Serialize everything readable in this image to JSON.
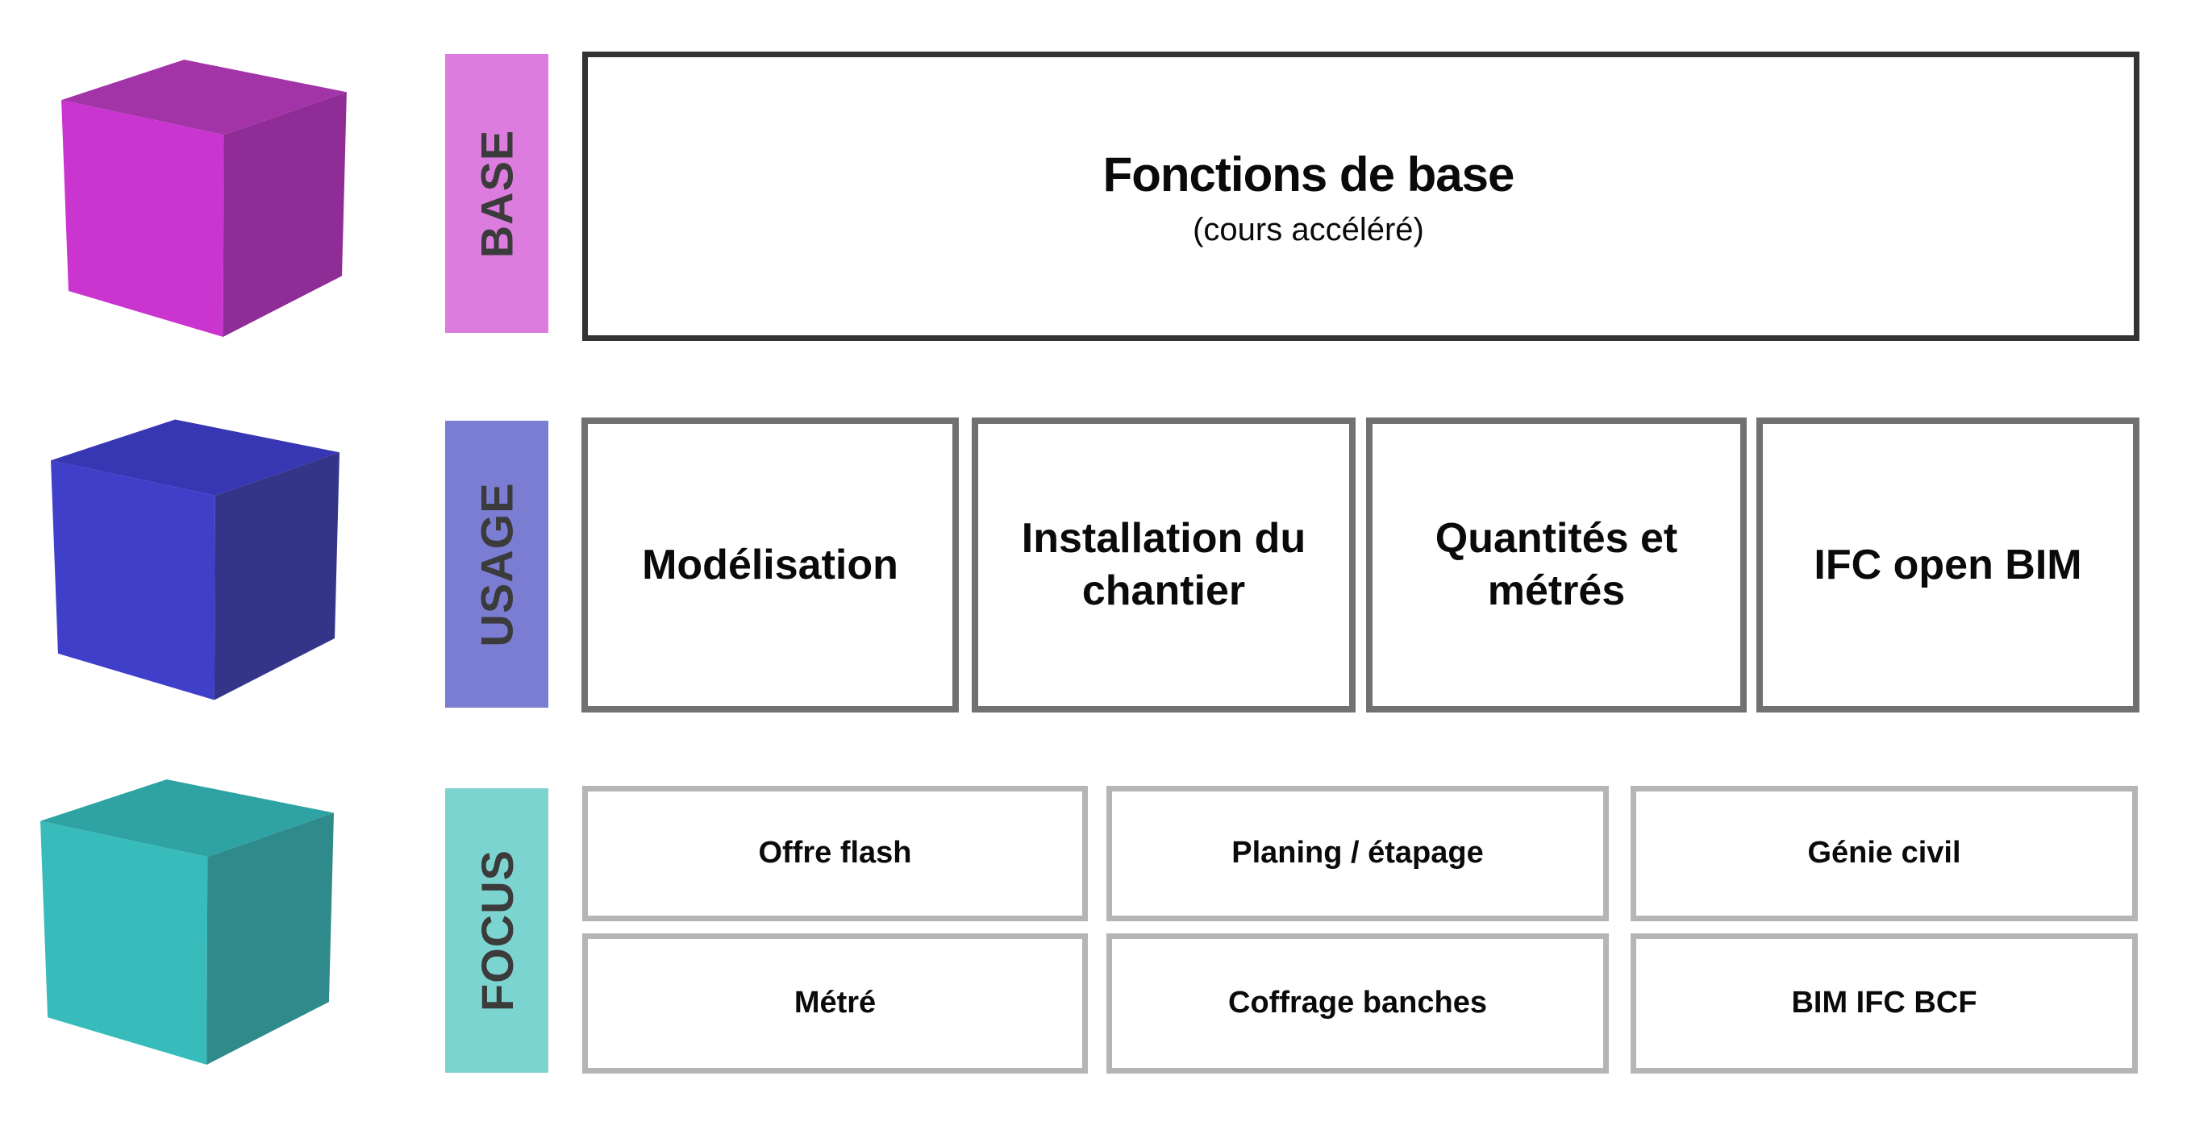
{
  "rows": [
    {
      "id": "base",
      "bar_label": "BASE",
      "bar_color": "#DC7CDE",
      "cube": {
        "left": "#C935CE",
        "top": "#A334A8",
        "right": "#8F2C95"
      },
      "box": {
        "title": "Fonctions de base",
        "subtitle": "(cours accéléré)",
        "border_color": "#333333"
      }
    },
    {
      "id": "usage",
      "bar_label": "USAGE",
      "bar_color": "#7A7DD2",
      "cube": {
        "left": "#3F3FC9",
        "top": "#3737B3",
        "right": "#343489"
      },
      "border_color": "#717171",
      "boxes": [
        {
          "label": "Modélisation"
        },
        {
          "label": "Installation du chantier"
        },
        {
          "label": "Quantités et métrés"
        },
        {
          "label": "IFC open BIM"
        }
      ]
    },
    {
      "id": "focus",
      "bar_label": "FOCUS",
      "bar_color": "#7CD4D0",
      "cube": {
        "left": "#38BBBB",
        "top": "#2FA3A3",
        "right": "#2F8B8B"
      },
      "border_color": "#B5B5B5",
      "boxes_top": [
        {
          "label": "Offre flash"
        },
        {
          "label": "Planing / étapage"
        },
        {
          "label": "Génie civil"
        }
      ],
      "boxes_bottom": [
        {
          "label": "Métré"
        },
        {
          "label": "Coffrage banches"
        },
        {
          "label": "BIM IFC BCF"
        }
      ]
    }
  ],
  "colors": {
    "page_background": "#FFFFFF",
    "bar_label_text": "#3B3B3B",
    "box_text": "#0A0A0A"
  }
}
